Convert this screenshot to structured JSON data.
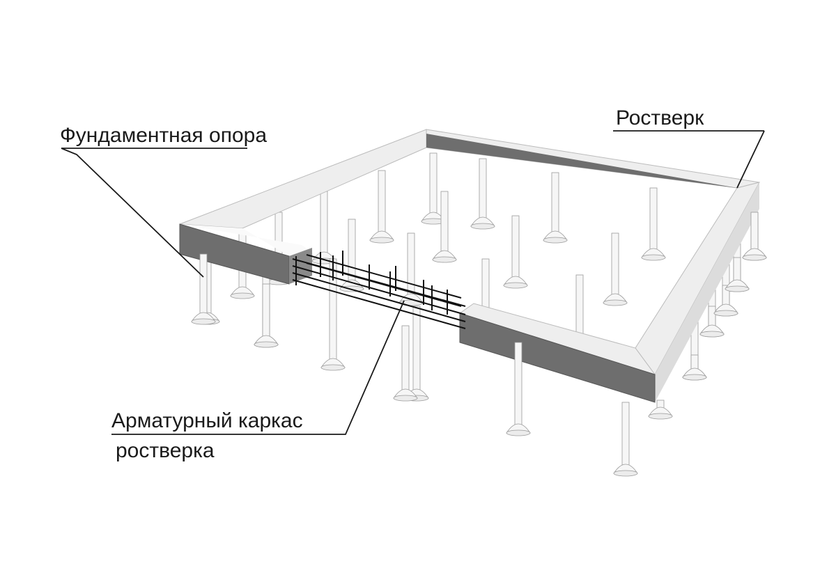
{
  "labels": {
    "pile": "Фундаментная опора",
    "grillage": "Ростверк",
    "rebar_line1": "Арматурный каркас",
    "rebar_line2": "ростверка"
  },
  "colors": {
    "beam_top": "#eeeeee",
    "beam_inner": "#fafafa",
    "beam_front": "#6e6e6e",
    "beam_side": "#8a8a8a",
    "pile": "#f6f6f6",
    "pile_outline": "#9a9a9a",
    "rebar": "#111111",
    "leader": "#1a1a1a"
  }
}
